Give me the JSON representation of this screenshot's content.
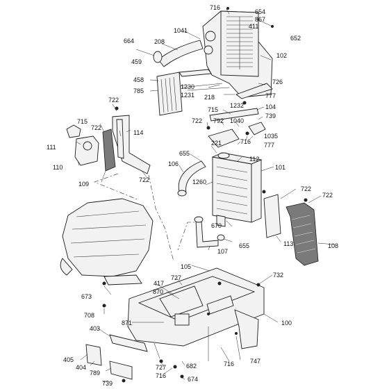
{
  "labels": {
    "l716a": "716",
    "l654": "654",
    "l867": "867",
    "l411": "411",
    "l652": "652",
    "l1041": "1041",
    "l208": "208",
    "l664": "664",
    "l459": "459",
    "l102": "102",
    "l458": "458",
    "l785": "785",
    "l1230": "1230",
    "l1231": "1231",
    "l218": "218",
    "l726": "726",
    "l722a": "722",
    "l777a": "777",
    "l1232": "1232",
    "l104": "104",
    "l715a": "715",
    "l739a": "739",
    "l792": "792",
    "l1040": "1040",
    "l715b": "715",
    "l722b": "722",
    "l114": "114",
    "l722c": "722",
    "l1035": "1035",
    "l111": "111",
    "l716b": "716",
    "l777b": "777",
    "l221": "221",
    "l655a": "655",
    "l112": "112",
    "l106": "106",
    "l101": "101",
    "l110": "110",
    "l109": "109",
    "l722d": "722",
    "l1260": "1260",
    "l722e": "722",
    "l722f": "722",
    "l670": "670",
    "l655b": "655",
    "l113": "113",
    "l108": "108",
    "l107": "107",
    "l105": "105",
    "l732": "732",
    "l673": "673",
    "l417": "417",
    "l727a": "727",
    "l870": "870",
    "l708": "708",
    "l871": "871",
    "l100": "100",
    "l403": "403",
    "l716c": "716",
    "l747": "747",
    "l405": "405",
    "l404": "404",
    "l789": "789",
    "l739b": "739",
    "l727b": "727",
    "l716d": "716",
    "l682": "682",
    "l674": "674"
  }
}
